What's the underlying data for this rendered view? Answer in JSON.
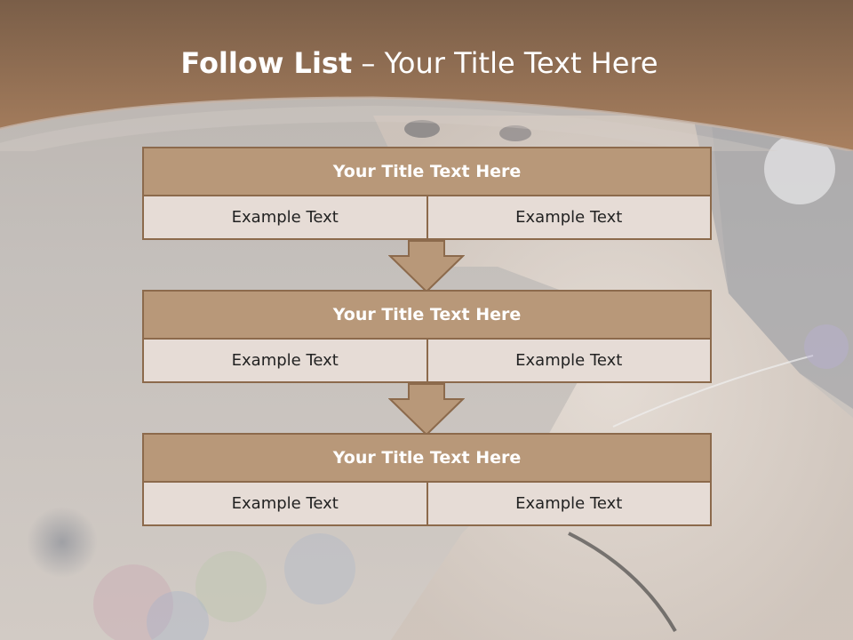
{
  "slide": {
    "title_bold": "Follow List",
    "title_rest": "– Your Title Text Here"
  },
  "steps": [
    {
      "title": "Your Title Text Here",
      "left": "Example Text",
      "right": "Example Text"
    },
    {
      "title": "Your Title Text Here",
      "left": "Example Text",
      "right": "Example Text"
    },
    {
      "title": "Your Title Text Here",
      "left": "Example Text",
      "right": "Example Text"
    }
  ],
  "colors": {
    "header": "#8a6a50",
    "box_title": "#b89879",
    "box_border": "#8c6a4c",
    "cell_bg": "#e6dcd6"
  }
}
